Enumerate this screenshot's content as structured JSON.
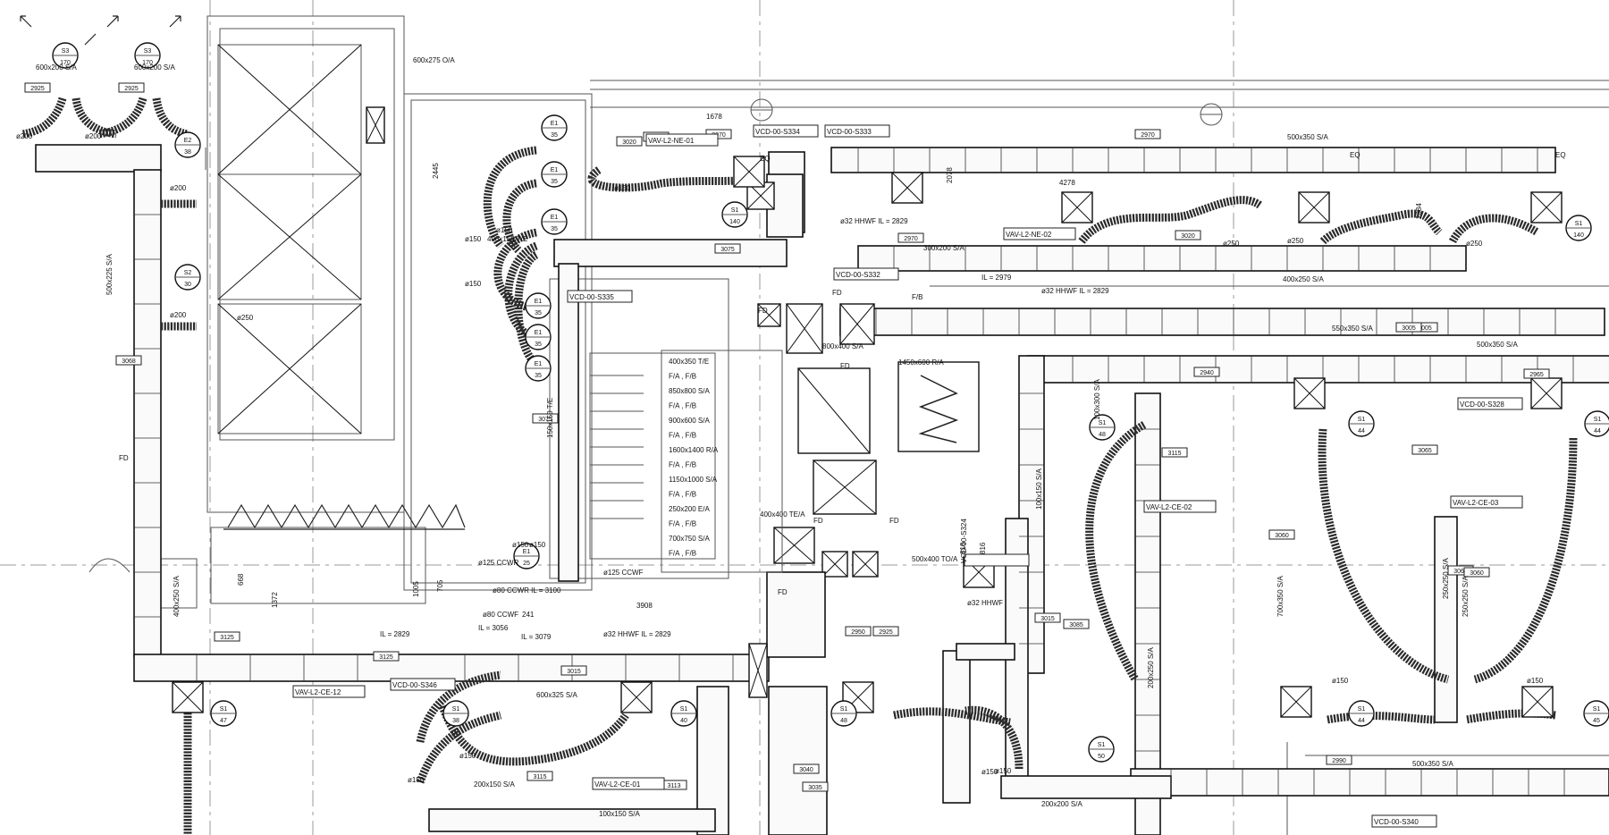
{
  "sheet": {
    "background": "#ffffff",
    "line_color": "#111111"
  },
  "terminals": [
    {
      "id": "S3",
      "num": "170"
    },
    {
      "id": "S3",
      "num": "170"
    },
    {
      "id": "E2",
      "num": "38"
    },
    {
      "id": "S2",
      "num": "30"
    },
    {
      "id": "E1",
      "num": "35"
    },
    {
      "id": "E1",
      "num": "35"
    },
    {
      "id": "E1",
      "num": "35"
    },
    {
      "id": "E1",
      "num": "35"
    },
    {
      "id": "E1",
      "num": "35"
    },
    {
      "id": "E1",
      "num": "35"
    },
    {
      "id": "S1",
      "num": "140"
    },
    {
      "id": "S1",
      "num": "140"
    },
    {
      "id": "E1",
      "num": "25"
    },
    {
      "id": "S1",
      "num": "48"
    },
    {
      "id": "S1",
      "num": "44"
    },
    {
      "id": "S1",
      "num": "44"
    },
    {
      "id": "S1",
      "num": "47"
    },
    {
      "id": "S1",
      "num": "38"
    },
    {
      "id": "S1",
      "num": "40"
    },
    {
      "id": "S1",
      "num": "48"
    },
    {
      "id": "S1",
      "num": "50"
    },
    {
      "id": "S1",
      "num": "44"
    },
    {
      "id": "S1",
      "num": "45"
    }
  ],
  "duct_labels": [
    "600x200 S/A",
    "600x200 S/A",
    "600x275 O/A",
    "500x350 S/A",
    "500x225 S/A",
    "400x150 T/E",
    "300x200 S/A",
    "400x250 S/A",
    "550x350 S/A",
    "800x400 S/A",
    "500x350 S/A",
    "1450x600 R/A",
    "100x150 S/A",
    "700x350 S/A",
    "250x250 S/A",
    "200x250 S/A",
    "400x250 S/A",
    "600x325 S/A",
    "200x150 S/A",
    "100x150 S/A",
    "200x200 S/A",
    "500x350 S/A",
    "150x150 T/E",
    "250x250 S/A",
    "400x400 TE/A",
    "500x400 TO/A",
    "100x300 S/A"
  ],
  "riser_schedule": [
    "400x350 T/E",
    "F/A , F/B",
    "850x800 S/A",
    "F/A , F/B",
    "900x600 S/A",
    "F/A , F/B",
    "1600x1400 R/A",
    "F/A , F/B",
    "1150x1000 S/A",
    "F/A , F/B",
    "250x200 E/A",
    "F/A , F/B",
    "700x750 S/A",
    "F/A , F/B"
  ],
  "vav_tags": [
    "VAV-L2-NE-01",
    "VAV-L2-NE-02",
    "VAV-L2-CE-02",
    "VAV-L2-CE-03",
    "VAV-L2-CE-12",
    "VAV-L2-CE-01"
  ],
  "vcd_tags": [
    "VCD-00-S334",
    "VCD-00-S333",
    "VCD-00-S332",
    "VCD-00-S335",
    "VCD-00-S328",
    "VCD-00-S324",
    "VCD-00-S346",
    "VCD-00-S340"
  ],
  "pipe_labels": [
    "ø32 HHWF IL = 2829",
    "IL = 2979",
    "ø32 HHWF IL = 2829",
    "ø125 CCWR",
    "ø80 CCWR IL = 3100",
    "ø125 CCWF",
    "ø80 CCWF",
    "IL = 3056",
    "IL = 2829",
    "IL = 3079",
    "ø32 HHWF IL = 2829",
    "ø32 HHWF"
  ],
  "dimensions": [
    "1678",
    "2445",
    "2078",
    "4278",
    "3908",
    "1005",
    "705",
    "668",
    "1372",
    "241",
    "616",
    "816",
    "2384"
  ],
  "diameters": [
    "ø200",
    "ø200",
    "ø200",
    "ø200",
    "ø250",
    "ø150",
    "ø150",
    "ø150",
    "ø150",
    "ø250",
    "ø250",
    "ø250",
    "ø150",
    "ø150",
    "ø150",
    "ø150",
    "ø150",
    "ø150",
    "ø150",
    "ø150"
  ],
  "damper_tags": [
    "FD",
    "FD",
    "FD",
    "FD",
    "FD",
    "FD",
    "FD",
    "F/B",
    "EQ",
    "EQ",
    "EQ"
  ],
  "ref_tags": [
    "2925",
    "2925",
    "3070",
    "3020",
    "2970",
    "3075",
    "2970",
    "3020",
    "3068",
    "3075",
    "2940",
    "3005",
    "2965",
    "3115",
    "3060",
    "3065",
    "3085",
    "3065",
    "3015",
    "3125",
    "3125",
    "3015",
    "3035",
    "3005",
    "2950",
    "2925",
    "3115",
    "3113",
    "2990",
    "3060",
    "2950",
    "3040"
  ]
}
